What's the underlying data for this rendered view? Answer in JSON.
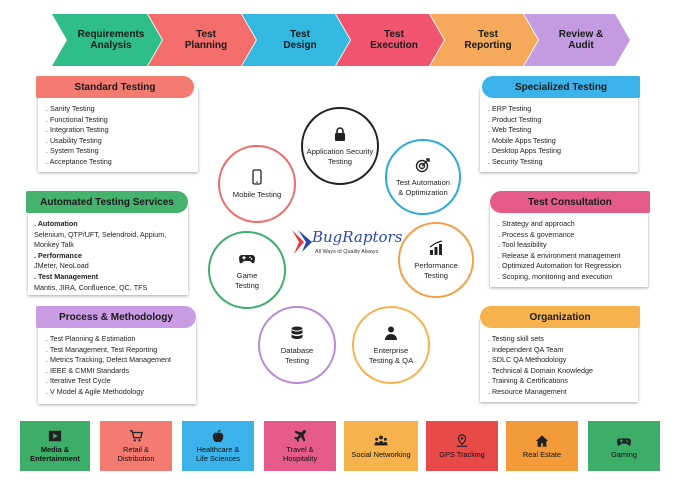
{
  "colors": {
    "process_steps": [
      "#2fbe8a",
      "#f26d6b",
      "#33b8e0",
      "#f0546e",
      "#f5a95a",
      "#c39be0"
    ],
    "standard": "#f37b71",
    "automated": "#45b36f",
    "process_methodology": "#c99ce3",
    "specialized": "#3bb3ea",
    "consultation": "#e55c8a",
    "organization": "#f6b34d",
    "circles": {
      "app_security": "#222222",
      "test_automation": "#2aa9de",
      "performance": "#f0a04a",
      "enterprise": "#f7b24d",
      "database": "#b68bd6",
      "game": "#3dae6a",
      "mobile": "#ef6b6b"
    },
    "tiles": [
      "#3dae6a",
      "#f37b71",
      "#3bb3ea",
      "#e55c8a",
      "#f6b34d",
      "#e84a4a",
      "#f39a3a",
      "#3dae6a"
    ]
  },
  "process_steps": [
    "Requirements\nAnalysis",
    "Test\nPlanning",
    "Test\nDesign",
    "Test\nExecution",
    "Test\nReporting",
    "Review &\nAudit"
  ],
  "standard_testing": {
    "title": "Standard Testing",
    "items": [
      ". Sanity Testing",
      ". Functional Testing",
      ". Integration Testing",
      ". Usability Testing",
      ". System Testing",
      ". Acceptance Testing"
    ]
  },
  "automated_testing": {
    "title": "Automated Testing Services",
    "lines": [
      {
        "text": ". Automation",
        "bold": true
      },
      {
        "text": "Selenium, QTP/UFT, Selendroid, Appium,",
        "bold": false
      },
      {
        "text": "Monkey Talk",
        "bold": false
      },
      {
        "text": ". Performance",
        "bold": true
      },
      {
        "text": "JMeter, NeoLoad",
        "bold": false
      },
      {
        "text": ". Test Management",
        "bold": true
      },
      {
        "text": "Mantis, JIRA, Confluence, QC, TFS",
        "bold": false
      }
    ]
  },
  "process_methodology": {
    "title": "Process & Methodology",
    "items": [
      ". Test Planning & Estimation",
      ". Test Management, Test Reporting",
      ". Metrics Tracking, Defect Management",
      ". IEEE & CMMI Standards",
      ". Iterative Test Cycle",
      ". V Model & Agile Methodology"
    ]
  },
  "specialized_testing": {
    "title": "Specialized Testing",
    "items": [
      ". ERP Testing",
      ". Product Testing",
      ". Web Testing",
      ". Mobile Apps Testing",
      ". Desktop Apps Testing",
      ". Security Testing"
    ]
  },
  "test_consultation": {
    "title": "Test Consultation",
    "items": [
      ". Strategy and approach",
      ". Process & governance",
      ". Tool feasibility",
      ". Release & environment management",
      ". Optimized Automation for Regression",
      ". Scoping, monitoring and execution"
    ]
  },
  "organization": {
    "title": "Organization",
    "items": [
      ". Testing skill sets",
      ". Independent QA Team",
      ". SDLC QA Methodology",
      ". Technical & Domain Knowledge",
      ". Training & Certifications",
      ". Resource Management"
    ]
  },
  "circles": {
    "app_security": {
      "label": "Application Security\nTesting",
      "icon": "lock-icon"
    },
    "test_automation": {
      "label": "Test Automation\n& Optimization",
      "icon": "target-icon"
    },
    "performance": {
      "label": "Performance\nTesting",
      "icon": "bar-chart-icon"
    },
    "enterprise": {
      "label": "Enterprise\nTesting & QA",
      "icon": "person-icon"
    },
    "database": {
      "label": "Database\nTesting",
      "icon": "database-icon"
    },
    "game": {
      "label": "Game\nTesting",
      "icon": "gamepad-icon"
    },
    "mobile": {
      "label": "Mobile Testing",
      "icon": "mobile-phone-icon"
    }
  },
  "logo": {
    "brand": "BugRaptors",
    "tagline": "All Ways of Quality Always"
  },
  "industries": [
    {
      "label": "Media &\nEntertainment",
      "icon": "media-icon"
    },
    {
      "label": "Retail &\nDistribution",
      "icon": "cart-icon"
    },
    {
      "label": "Healthcare &\nLife Sciences",
      "icon": "apple-icon"
    },
    {
      "label": "Travel &\nHospitality",
      "icon": "airplane-icon"
    },
    {
      "label": "Social Networking",
      "icon": "people-icon"
    },
    {
      "label": "GPS Tracking",
      "icon": "gps-icon"
    },
    {
      "label": "Real Estate",
      "icon": "house-icon"
    },
    {
      "label": "Gaming",
      "icon": "gamepad-icon"
    }
  ]
}
